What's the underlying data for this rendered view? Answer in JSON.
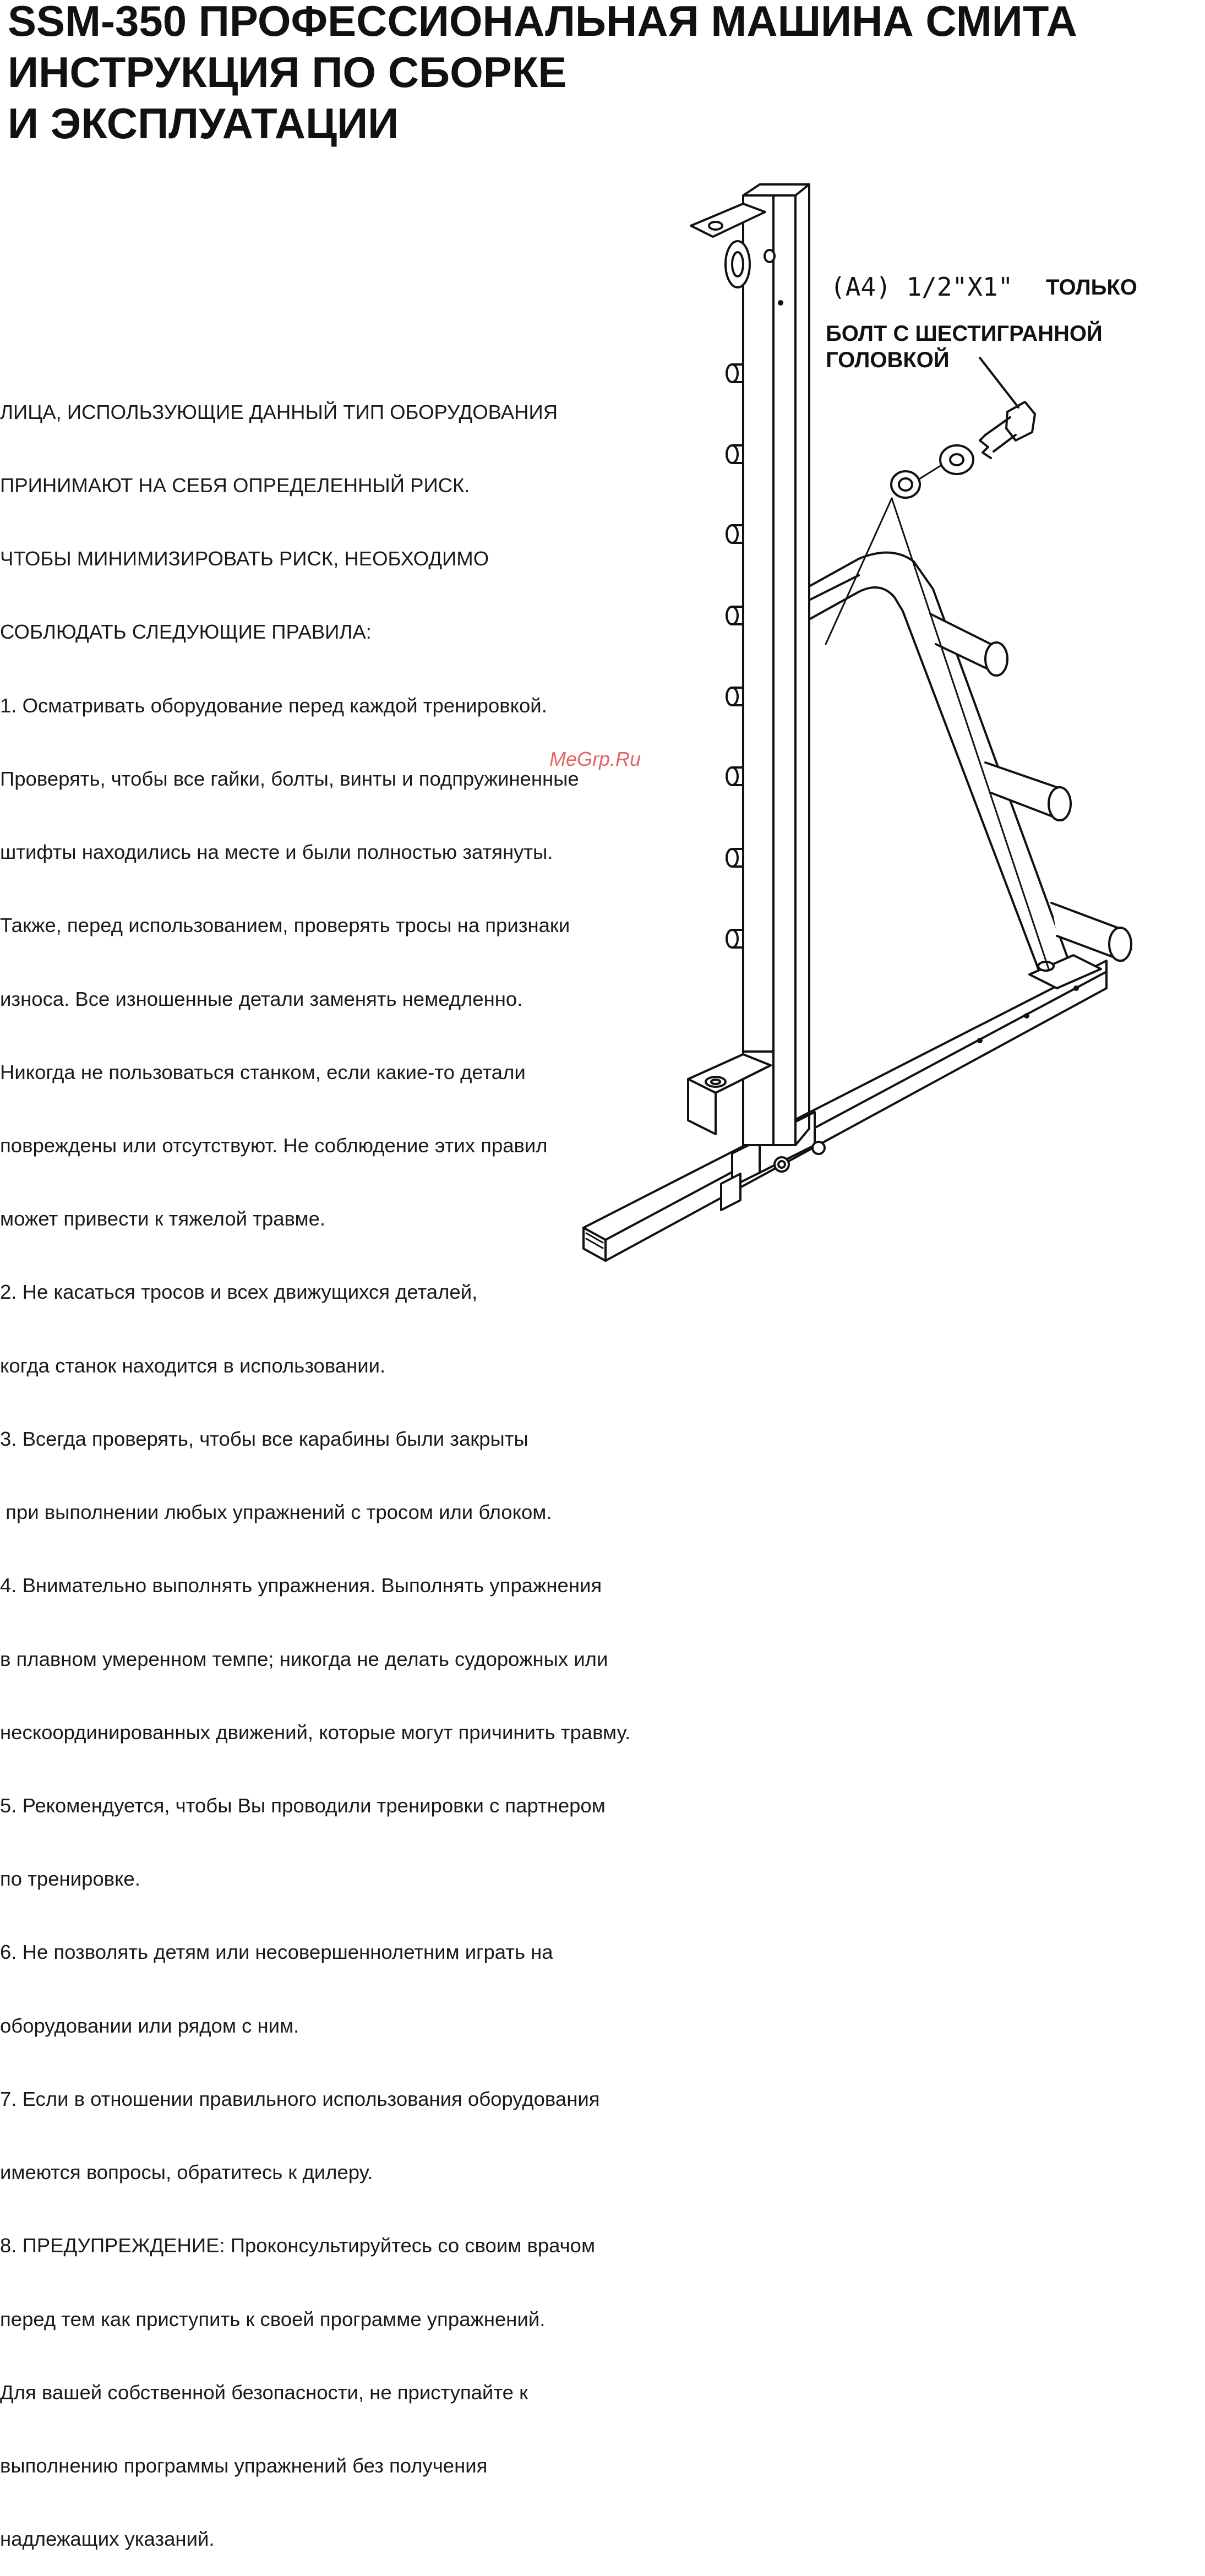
{
  "title": {
    "lines": [
      "SSM-350 ПРОФЕССИОНАЛЬНАЯ МАШИНА СМИТА",
      "ИНСТРУКЦИЯ ПО СБОРКЕ",
      "И ЭКСПЛУАТАЦИИ"
    ]
  },
  "safety": {
    "lines": [
      "ЛИЦА, ИСПОЛЬЗУЮЩИЕ ДАННЫЙ ТИП ОБОРУДОВАНИЯ",
      "ПРИНИМАЮТ НА СЕБЯ ОПРЕДЕЛЕННЫЙ РИСК.",
      "ЧТОБЫ МИНИМИЗИРОВАТЬ РИСК, НЕОБХОДИМО",
      "СОБЛЮДАТЬ СЛЕДУЮЩИЕ ПРАВИЛА:",
      "1. Осматривать оборудование перед каждой тренировкой.",
      "Проверять, чтобы все гайки, болты, винты и подпружиненные",
      "штифты находились на месте и были полностью затянуты.",
      "Также, перед использованием, проверять тросы на признаки",
      "износа. Все изношенные детали заменять немедленно.",
      "Никогда не пользоваться станком, если какие-то детали",
      "повреждены или отсутствуют. Не соблюдение этих правил",
      "может привести к тяжелой травме.",
      "2. Не касаться тросов и всех движущихся деталей,",
      "когда станок находится в использовании.",
      "3. Всегда проверять, чтобы все карабины были закрыты",
      " при выполнении любых упражнений с тросом или блоком.",
      "4. Внимательно выполнять упражнения. Выполнять упражнения",
      "в плавном умеренном темпе; никогда не делать судорожных или",
      "нескоординированных движений, которые могут причинить травму.",
      "5. Рекомендуется, чтобы Вы проводили тренировки с партнером",
      "по тренировке.",
      "6. Не позволять детям или несовершеннолетним играть на",
      "оборудовании или рядом с ним.",
      "7. Если в отношении правильного использования оборудования",
      "имеются вопросы, обратитесь к дилеру.",
      "8. ПРЕДУПРЕЖДЕНИЕ: Проконсультируйтесь со своим врачом",
      "перед тем как приступить к своей программе упражнений.",
      "Для вашей собственной безопасности, не приступайте к",
      "выполнению программы упражнений без получения",
      "надлежащих указаний."
    ]
  },
  "part_callout": {
    "code": "(A4) 1/2\"X1\"",
    "qualifier": "ТОЛЬКО",
    "description": [
      "БОЛТ С ШЕСТИГРАННОЙ",
      "ГОЛОВКОЙ"
    ]
  },
  "watermark": "MeGrp.Ru",
  "colors": {
    "text": "#111111",
    "watermark": "#e0484a",
    "line_art": "#111111"
  }
}
